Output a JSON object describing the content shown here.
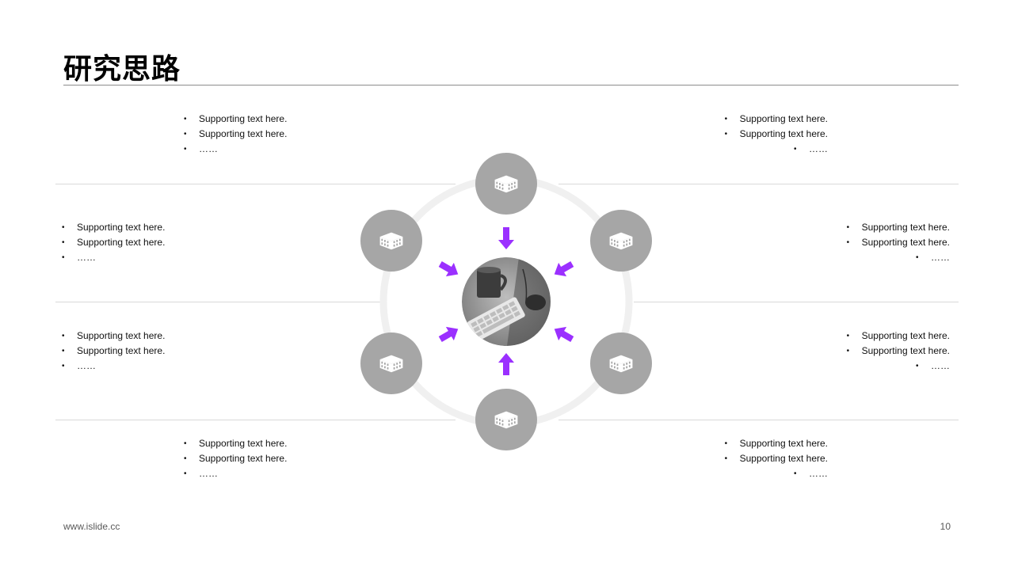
{
  "title": "研究思路",
  "colors": {
    "accent": "#9b30ff",
    "node": "#a6a6a6",
    "ring": "#f0f0f0",
    "rule": "#8c8c8c",
    "divider": "#d9d9d9"
  },
  "center": {
    "image_desc": "photo-keyboard-mug-icon"
  },
  "nodes": [
    {
      "icon": "building-icon"
    },
    {
      "icon": "building-icon"
    },
    {
      "icon": "building-icon"
    },
    {
      "icon": "building-icon"
    },
    {
      "icon": "building-icon"
    },
    {
      "icon": "building-icon"
    }
  ],
  "blocks": {
    "top_left": [
      "Supporting text here.",
      "Supporting text here.",
      "……"
    ],
    "top_right": [
      "Supporting text here.",
      "Supporting text here.",
      "……"
    ],
    "mid_left_1": [
      "Supporting text here.",
      "Supporting text here.",
      "……"
    ],
    "mid_right_1": [
      "Supporting text here.",
      "Supporting text here.",
      "……"
    ],
    "mid_left_2": [
      "Supporting text here.",
      "Supporting text here.",
      "……"
    ],
    "mid_right_2": [
      "Supporting text here.",
      "Supporting text here.",
      "……"
    ],
    "bottom_left": [
      "Supporting text here.",
      "Supporting text here.",
      "……"
    ],
    "bottom_right": [
      "Supporting text here.",
      "Supporting text here.",
      "……"
    ]
  },
  "footer": {
    "url": "www.islide.cc",
    "page": "10"
  }
}
